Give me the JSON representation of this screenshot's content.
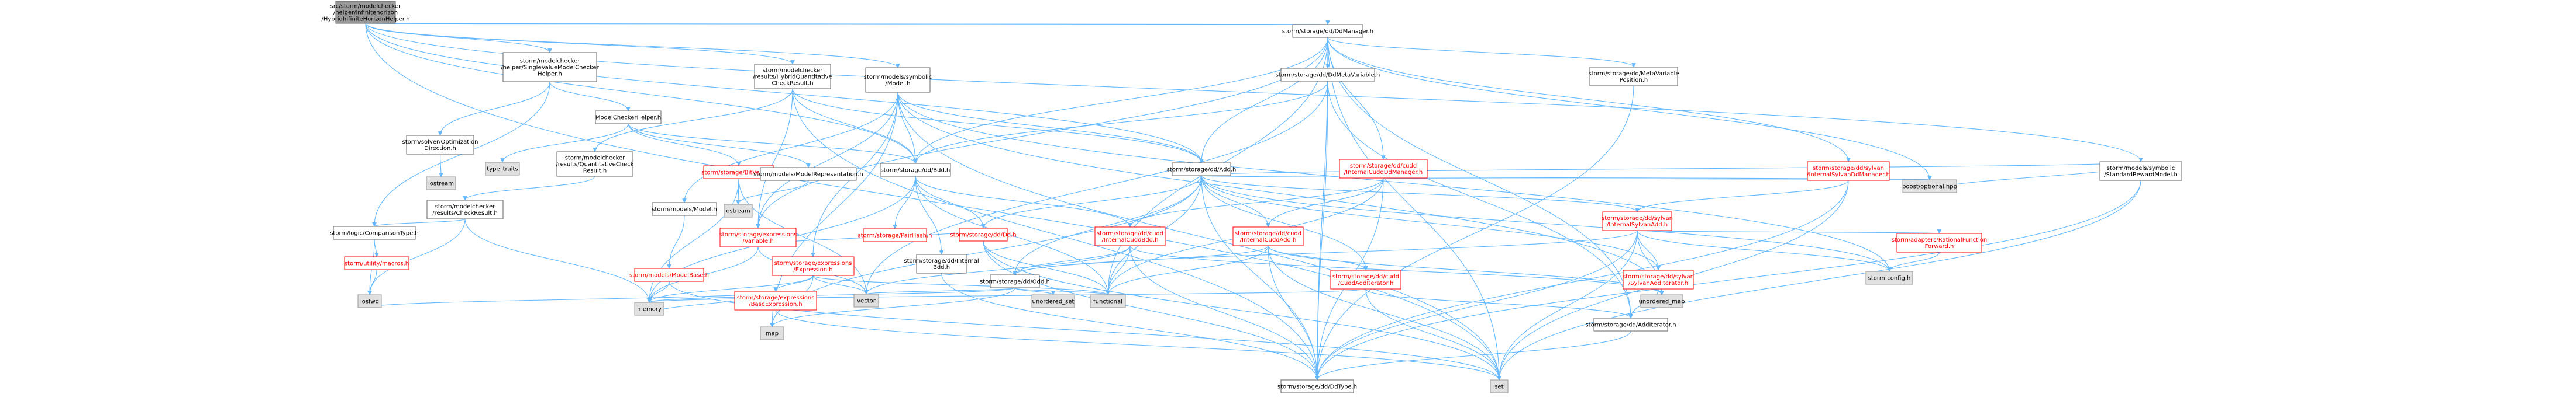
{
  "nodes": [
    {
      "id": "root",
      "kind": "root",
      "label": [
        "src/storm/modelchecker",
        "/helper/infinitehorizon",
        "/HybridInfiniteHorizonHelper.h"
      ]
    },
    {
      "id": "svmch",
      "kind": "normal",
      "label": [
        "storm/modelchecker",
        "/helper/SingleValueModelChecker",
        "Helper.h"
      ]
    },
    {
      "id": "optdir",
      "kind": "normal",
      "label": [
        "storm/solver/Optimization",
        "Direction.h"
      ]
    },
    {
      "id": "iostream",
      "kind": "grey",
      "label": [
        "iostream"
      ]
    },
    {
      "id": "mch",
      "kind": "normal",
      "label": [
        "ModelCheckerHelper.h"
      ]
    },
    {
      "id": "typetraits",
      "kind": "grey",
      "label": [
        "type_traits"
      ]
    },
    {
      "id": "qcr",
      "kind": "normal",
      "label": [
        "storm/modelchecker",
        "/results/QuantitativeCheck",
        "Result.h"
      ]
    },
    {
      "id": "ccr",
      "kind": "normal",
      "label": [
        "storm/modelchecker",
        "/results/CheckResult.h"
      ]
    },
    {
      "id": "cmptype",
      "kind": "normal",
      "label": [
        "storm/logic/ComparisonType.h"
      ]
    },
    {
      "id": "macros",
      "kind": "red",
      "label": [
        "storm/utility/macros.h"
      ]
    },
    {
      "id": "iosfwd",
      "kind": "grey",
      "label": [
        "iosfwd"
      ]
    },
    {
      "id": "bitvector",
      "kind": "red",
      "label": [
        "storm/storage/BitVector.h"
      ]
    },
    {
      "id": "modelrep",
      "kind": "normal",
      "label": [
        "storm/models/ModelRepresentation.h"
      ]
    },
    {
      "id": "ostream",
      "kind": "grey",
      "label": [
        "ostream"
      ]
    },
    {
      "id": "model",
      "kind": "normal",
      "label": [
        "storm/models/Model.h"
      ]
    },
    {
      "id": "modelbase",
      "kind": "red",
      "label": [
        "storm/models/ModelBase.h"
      ]
    },
    {
      "id": "hqcr",
      "kind": "normal",
      "label": [
        "storm/modelchecker",
        "/results/HybridQuantitative",
        "CheckResult.h"
      ]
    },
    {
      "id": "symmodel",
      "kind": "normal",
      "label": [
        "storm/models/symbolic",
        "/Model.h"
      ]
    },
    {
      "id": "bdd",
      "kind": "normal",
      "label": [
        "storm/storage/dd/Bdd.h"
      ]
    },
    {
      "id": "pairhash",
      "kind": "red",
      "label": [
        "storm/storage/PairHash.h"
      ]
    },
    {
      "id": "dd",
      "kind": "red",
      "label": [
        "storm/storage/dd/Dd.h"
      ]
    },
    {
      "id": "intbdd",
      "kind": "normal",
      "label": [
        "storm/storage/dd/Internal",
        "Bdd.h"
      ]
    },
    {
      "id": "odd",
      "kind": "normal",
      "label": [
        "storm/storage/dd/Odd.h"
      ]
    },
    {
      "id": "unorderedset",
      "kind": "grey",
      "label": [
        "unordered_set"
      ]
    },
    {
      "id": "exprvar",
      "kind": "red",
      "label": [
        "storm/storage/expressions",
        "/Variable.h"
      ]
    },
    {
      "id": "expr",
      "kind": "red",
      "label": [
        "storm/storage/expressions",
        "/Expression.h"
      ]
    },
    {
      "id": "baseexpr",
      "kind": "red",
      "label": [
        "storm/storage/expressions",
        "/BaseExpression.h"
      ]
    },
    {
      "id": "memory",
      "kind": "grey",
      "label": [
        "memory"
      ]
    },
    {
      "id": "map",
      "kind": "grey",
      "label": [
        "map"
      ]
    },
    {
      "id": "vector",
      "kind": "grey",
      "label": [
        "vector"
      ]
    },
    {
      "id": "functional",
      "kind": "grey",
      "label": [
        "functional"
      ]
    },
    {
      "id": "ddtype",
      "kind": "normal",
      "label": [
        "storm/storage/dd/DdType.h"
      ]
    },
    {
      "id": "set",
      "kind": "grey",
      "label": [
        "set"
      ]
    },
    {
      "id": "ddmgr",
      "kind": "normal",
      "label": [
        "storm/storage/dd/DdManager.h"
      ]
    },
    {
      "id": "ddmetavar",
      "kind": "normal",
      "label": [
        "storm/storage/dd/DdMetaVariable.h"
      ]
    },
    {
      "id": "add",
      "kind": "normal",
      "label": [
        "storm/storage/dd/Add.h"
      ]
    },
    {
      "id": "cuddmgr",
      "kind": "red",
      "label": [
        "storm/storage/dd/cudd",
        "/InternalCuddDdManager.h"
      ]
    },
    {
      "id": "cuddbdd",
      "kind": "red",
      "label": [
        "storm/storage/dd/cudd",
        "/InternalCuddBdd.h"
      ]
    },
    {
      "id": "cuddadd",
      "kind": "red",
      "label": [
        "storm/storage/dd/cudd",
        "/InternalCuddAdd.h"
      ]
    },
    {
      "id": "cuddaddit",
      "kind": "red",
      "label": [
        "storm/storage/dd/cudd",
        "/CuddAddIterator.h"
      ]
    },
    {
      "id": "sylvanadd",
      "kind": "red",
      "label": [
        "storm/storage/dd/sylvan",
        "/InternalSylvanAdd.h"
      ]
    },
    {
      "id": "sylvanmgr",
      "kind": "red",
      "label": [
        "storm/storage/dd/sylvan",
        "/InternalSylvanDdManager.h"
      ]
    },
    {
      "id": "sylvanaddit",
      "kind": "red",
      "label": [
        "storm/storage/dd/sylvan",
        "/SylvanAddIterator.h"
      ]
    },
    {
      "id": "additer",
      "kind": "normal",
      "label": [
        "storm/storage/dd/AddIterator.h"
      ]
    },
    {
      "id": "unorderedmap",
      "kind": "grey",
      "label": [
        "unordered_map"
      ]
    },
    {
      "id": "optional",
      "kind": "grey",
      "label": [
        "boost/optional.hpp"
      ]
    },
    {
      "id": "ratfunc",
      "kind": "red",
      "label": [
        "storm/adapters/RationalFunction",
        "Forward.h"
      ]
    },
    {
      "id": "stormconfig",
      "kind": "grey",
      "label": [
        "storm-config.h"
      ]
    },
    {
      "id": "metavarpos",
      "kind": "normal",
      "label": [
        "storm/storage/dd/MetaVariable",
        "Position.h"
      ]
    },
    {
      "id": "srm",
      "kind": "normal",
      "label": [
        "storm/models/symbolic",
        "/StandardRewardModel.h"
      ]
    }
  ]
}
